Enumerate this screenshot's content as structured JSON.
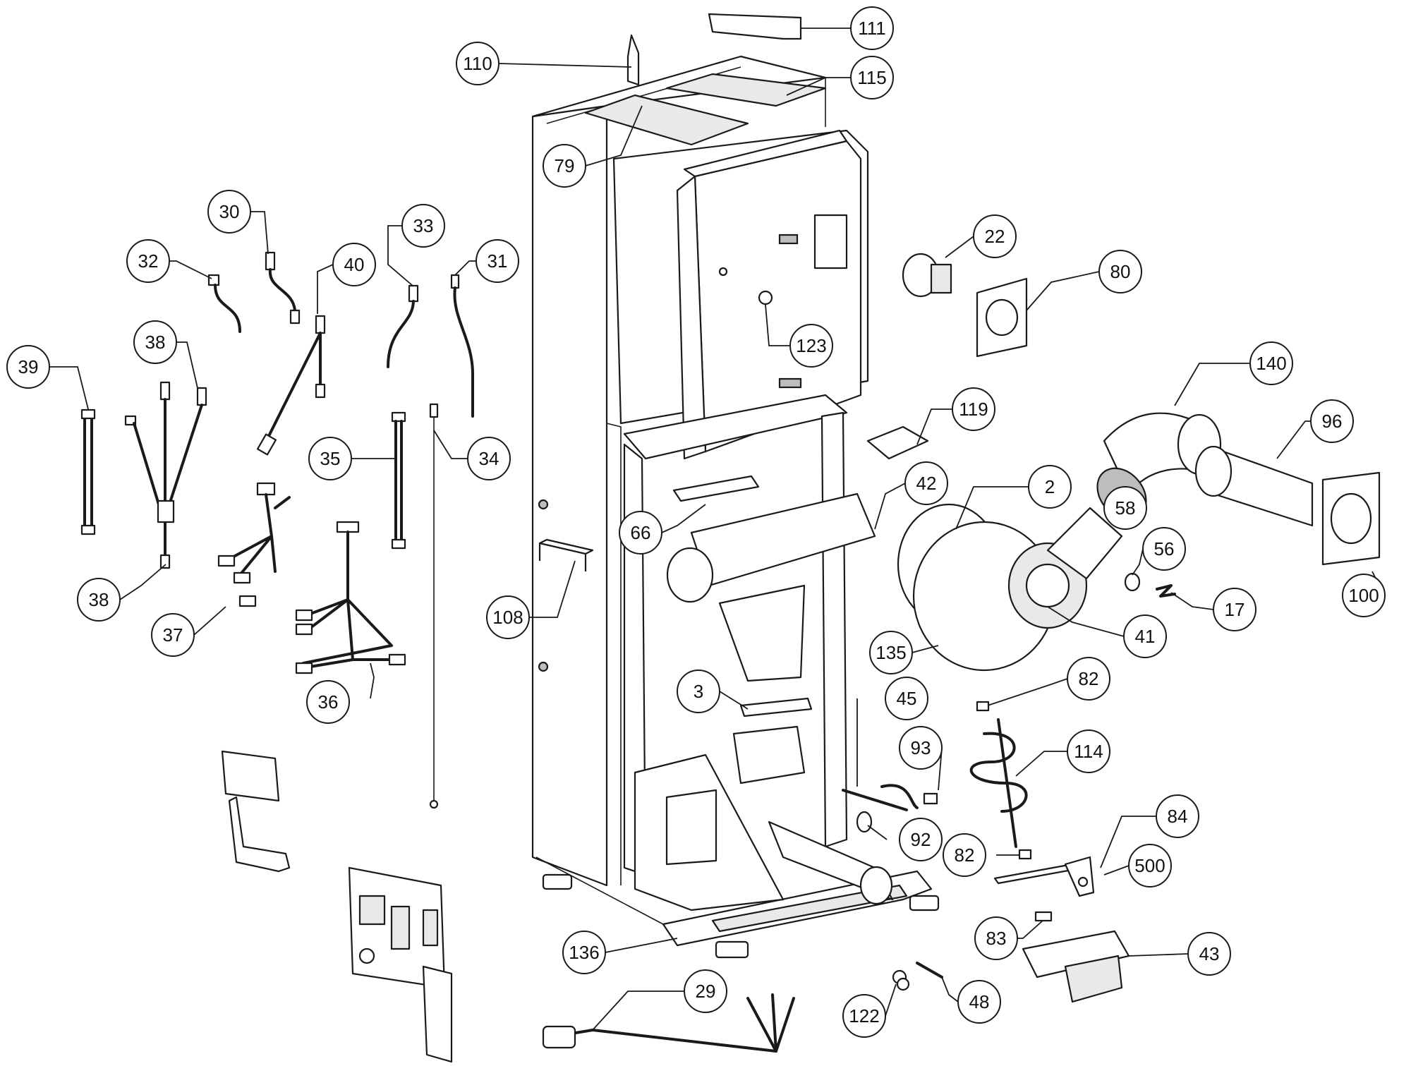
{
  "diagram": {
    "callouts": [
      {
        "id": "111",
        "label": "111"
      },
      {
        "id": "110",
        "label": "110"
      },
      {
        "id": "115",
        "label": "115"
      },
      {
        "id": "79",
        "label": "79"
      },
      {
        "id": "30",
        "label": "30"
      },
      {
        "id": "33",
        "label": "33"
      },
      {
        "id": "32",
        "label": "32"
      },
      {
        "id": "40",
        "label": "40"
      },
      {
        "id": "31",
        "label": "31"
      },
      {
        "id": "22",
        "label": "22"
      },
      {
        "id": "80",
        "label": "80"
      },
      {
        "id": "38a",
        "label": "38"
      },
      {
        "id": "39",
        "label": "39"
      },
      {
        "id": "123",
        "label": "123"
      },
      {
        "id": "140",
        "label": "140"
      },
      {
        "id": "119",
        "label": "119"
      },
      {
        "id": "96",
        "label": "96"
      },
      {
        "id": "35",
        "label": "35"
      },
      {
        "id": "34",
        "label": "34"
      },
      {
        "id": "42",
        "label": "42"
      },
      {
        "id": "2",
        "label": "2"
      },
      {
        "id": "58",
        "label": "58"
      },
      {
        "id": "66",
        "label": "66"
      },
      {
        "id": "56",
        "label": "56"
      },
      {
        "id": "100",
        "label": "100"
      },
      {
        "id": "38b",
        "label": "38"
      },
      {
        "id": "17",
        "label": "17"
      },
      {
        "id": "108",
        "label": "108"
      },
      {
        "id": "37",
        "label": "37"
      },
      {
        "id": "41",
        "label": "41"
      },
      {
        "id": "135",
        "label": "135"
      },
      {
        "id": "36",
        "label": "36"
      },
      {
        "id": "82a",
        "label": "82"
      },
      {
        "id": "3",
        "label": "3"
      },
      {
        "id": "45",
        "label": "45"
      },
      {
        "id": "93",
        "label": "93"
      },
      {
        "id": "114",
        "label": "114"
      },
      {
        "id": "84",
        "label": "84"
      },
      {
        "id": "92",
        "label": "92"
      },
      {
        "id": "82b",
        "label": "82"
      },
      {
        "id": "500",
        "label": "500"
      },
      {
        "id": "83",
        "label": "83"
      },
      {
        "id": "43",
        "label": "43"
      },
      {
        "id": "136",
        "label": "136"
      },
      {
        "id": "29",
        "label": "29"
      },
      {
        "id": "122",
        "label": "122"
      },
      {
        "id": "48",
        "label": "48"
      }
    ]
  }
}
